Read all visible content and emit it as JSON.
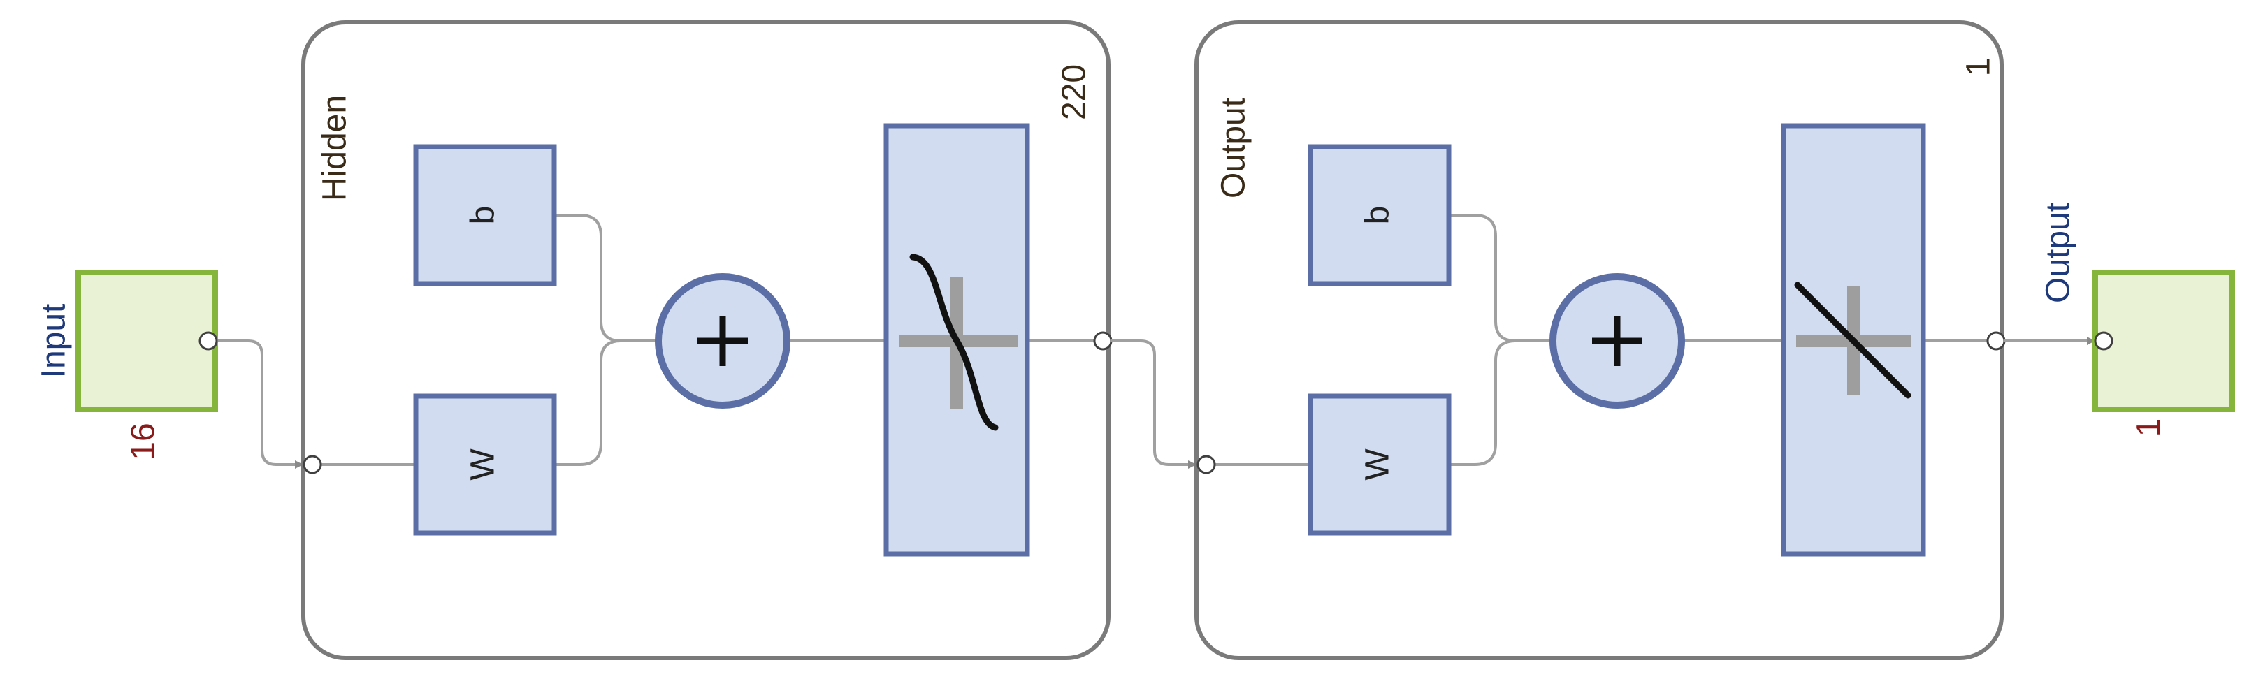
{
  "input": {
    "label": "Input",
    "size": "16"
  },
  "hidden_layer": {
    "label": "Hidden",
    "size": "220",
    "bias": "b",
    "weight": "W",
    "transfer": "tansig-icon"
  },
  "output_layer": {
    "label": "Output",
    "size": "1",
    "bias": "b",
    "weight": "W",
    "transfer": "purelin-icon"
  },
  "output": {
    "label": "Output",
    "size": "1"
  },
  "colors": {
    "block_fill": "#D2DCF0",
    "block_stroke": "#5B6FA6",
    "io_fill": "#EAF2D6",
    "io_stroke": "#86B53B",
    "layer_stroke": "#7A7A7A"
  }
}
